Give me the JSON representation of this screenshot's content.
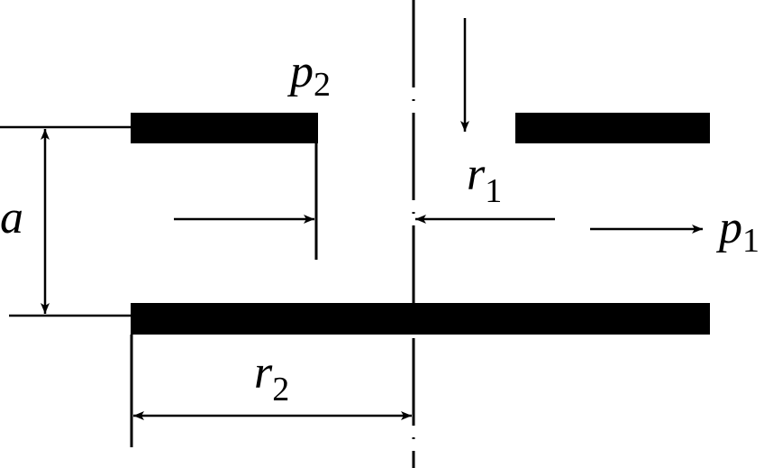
{
  "labels": {
    "a": "a",
    "p2": {
      "base": "p",
      "sub": "2"
    },
    "p1": {
      "base": "p",
      "sub": "1"
    },
    "r1": {
      "base": "r",
      "sub": "1"
    },
    "r2": {
      "base": "r",
      "sub": "2"
    }
  },
  "colors": {
    "ink": "#000000",
    "background": "#ffffff"
  }
}
